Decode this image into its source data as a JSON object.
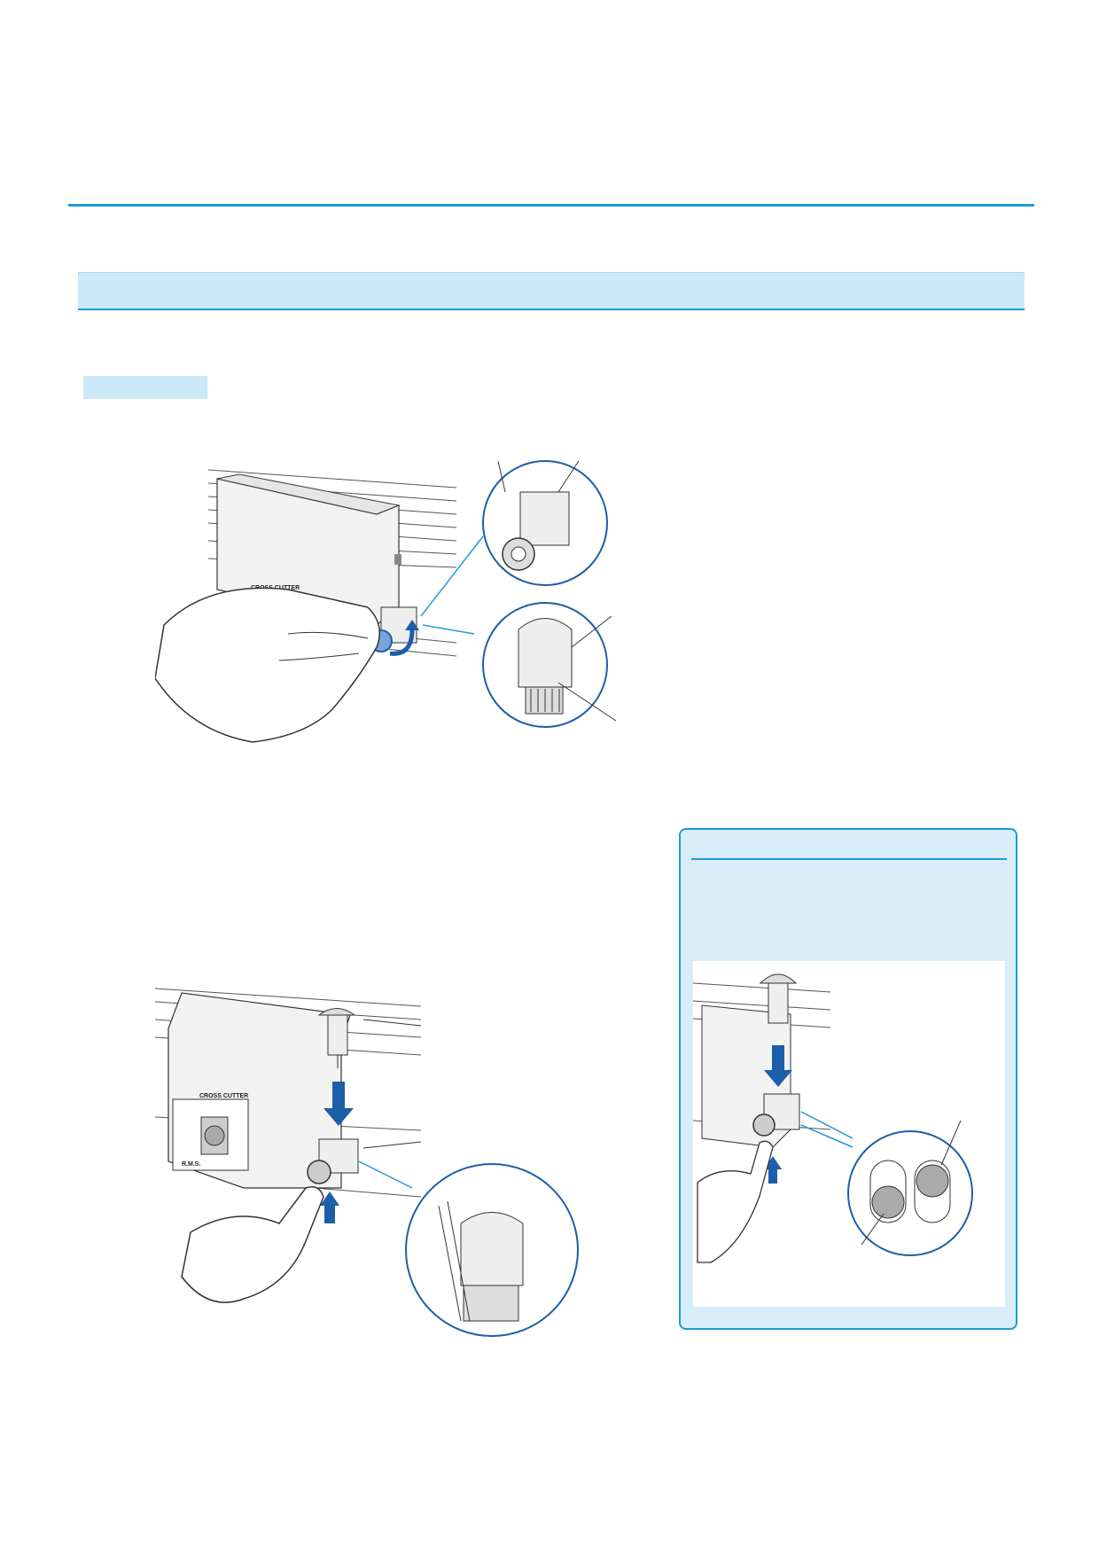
{
  "figures": {
    "fig1": {
      "label_cross_cutter": "CROSS CUTTER"
    },
    "fig2": {
      "label_cross_cutter": "CROSS CUTTER",
      "label_rms": "R.M.S."
    }
  },
  "colors": {
    "accent": "#1e9ad6",
    "band": "#cbe9f8",
    "note_bg": "#d7eefa",
    "arrow": "#1c5fa8"
  }
}
